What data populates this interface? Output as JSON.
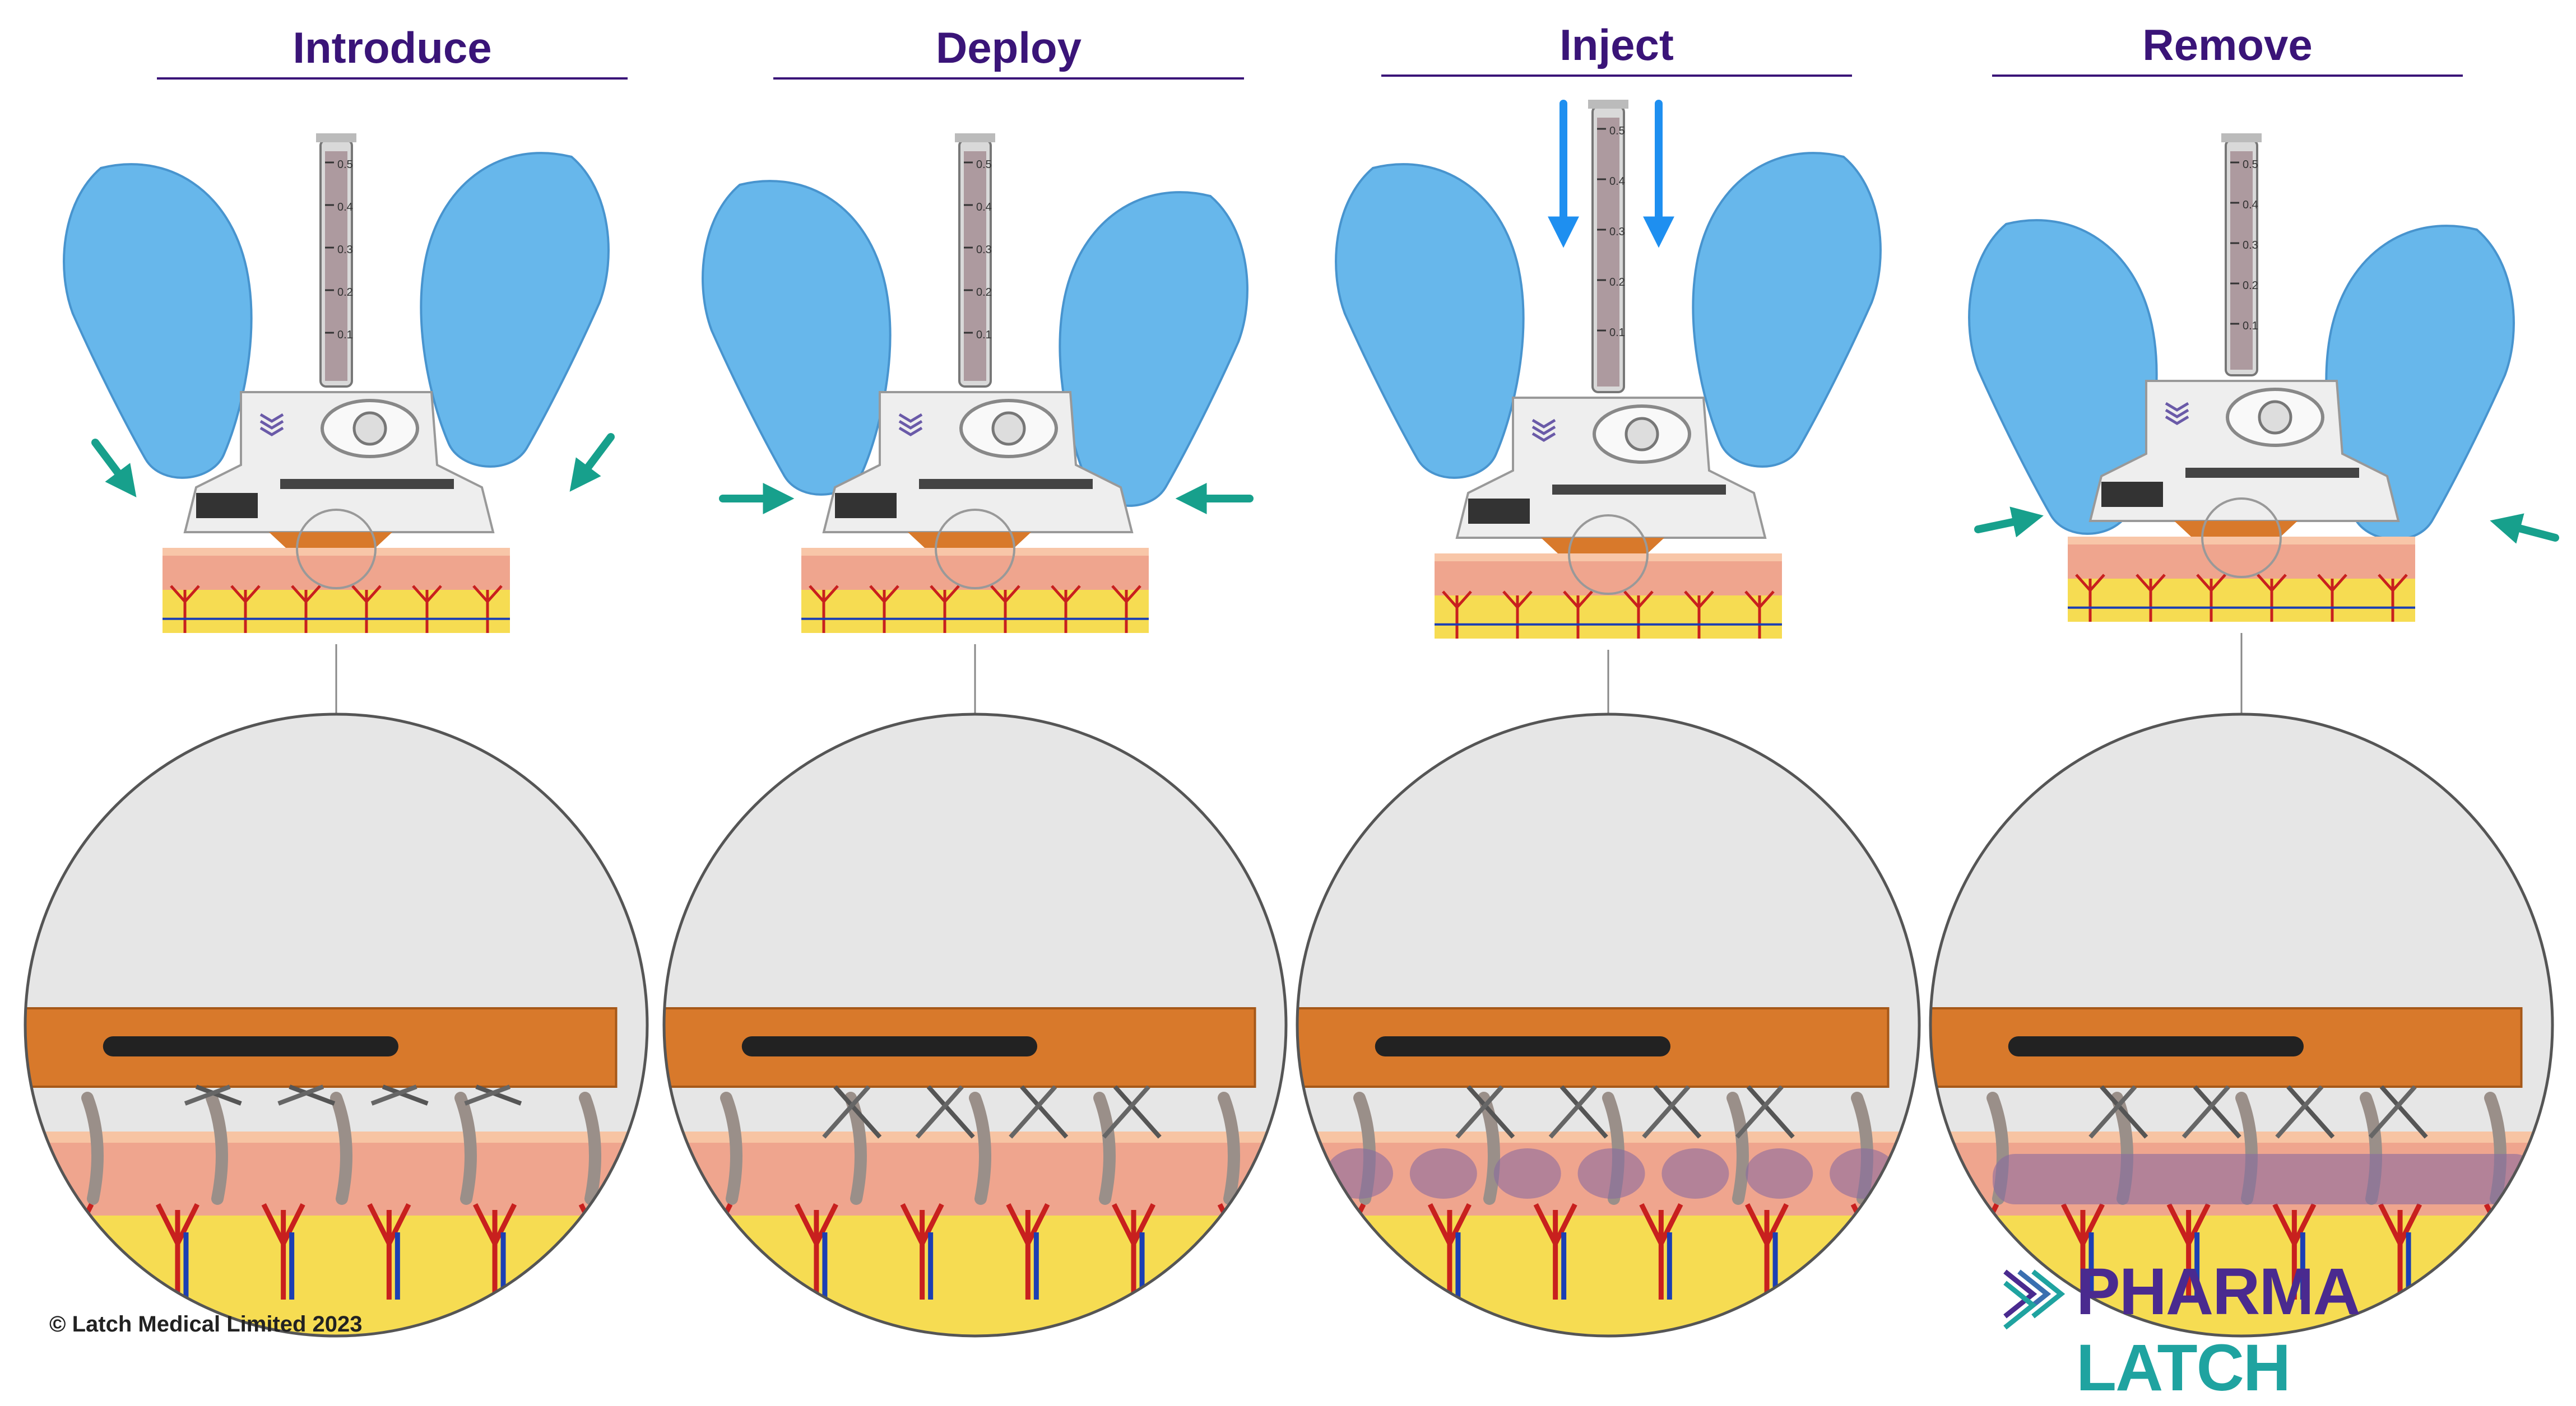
{
  "steps": [
    {
      "title": "Introduce",
      "arrow_mode": "press-diagonal",
      "inject_arrows": false,
      "plume": "none",
      "needle_deployed": false
    },
    {
      "title": "Deploy",
      "arrow_mode": "press-horizontal",
      "inject_arrows": false,
      "plume": "none",
      "needle_deployed": true
    },
    {
      "title": "Inject",
      "arrow_mode": "none",
      "inject_arrows": true,
      "plume": "blobs",
      "needle_deployed": true
    },
    {
      "title": "Remove",
      "arrow_mode": "release",
      "inject_arrows": false,
      "plume": "band",
      "needle_deployed": true
    }
  ],
  "syringe_scale": [
    "0.5",
    "0.4",
    "0.3",
    "0.2",
    "0.1"
  ],
  "footer": {
    "copyright": "© Latch Medical Limited 2023",
    "brand_part1": "PHARMA",
    "brand_part2": "LATCH"
  },
  "colors": {
    "title": "#3a1478",
    "glove": "#5fb4ea",
    "glove_dark": "#3f8fcc",
    "press_arrow": "#17a08c",
    "inject_arrow": "#1e8ff0",
    "device_body": "#eeeeee",
    "device_tab": "#d8792b",
    "skin_pink": "#efa58e",
    "fat_yellow": "#f6dc52",
    "vessel_red": "#c8201e",
    "vessel_blue": "#1c3fb3",
    "plume": "#8a6a9e",
    "brand_purple": "#4a2a8f",
    "brand_teal": "#1fa3a0"
  }
}
